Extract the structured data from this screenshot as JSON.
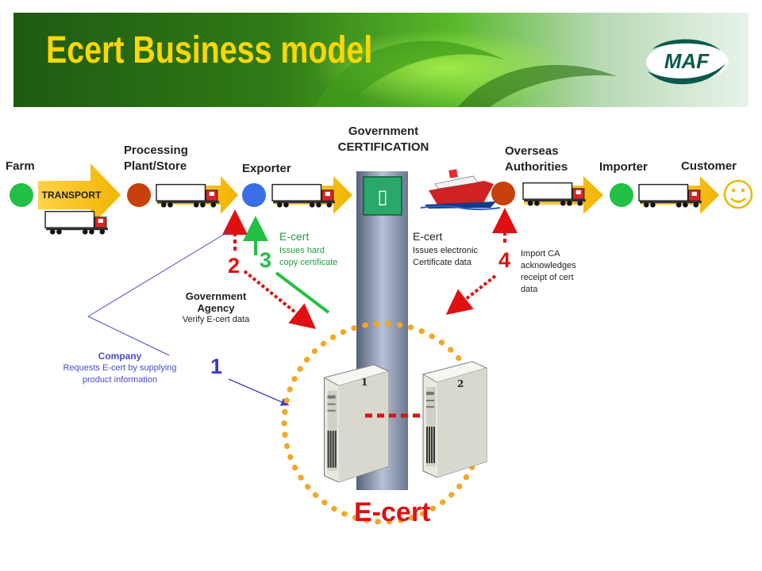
{
  "title": "Ecert Business model",
  "logo": {
    "text": "MAF"
  },
  "stages": {
    "farm": "Farm",
    "processing": [
      "Processing",
      "Plant/Store"
    ],
    "exporter": "Exporter",
    "government": [
      "Government",
      "CERTIFICATION"
    ],
    "overseas": [
      "Overseas",
      "Authorities"
    ],
    "importer": "Importer",
    "customer": "Customer"
  },
  "transport_label": "TRANSPORT",
  "steps": {
    "one": "1",
    "two": "2",
    "three": "3",
    "four": "4"
  },
  "ecert_exporter": {
    "title": "E-cert",
    "lines": [
      "Issues hard",
      "copy certificate"
    ]
  },
  "ecert_overseas": {
    "title": "E-cert",
    "lines": [
      "Issues electronic",
      "Certificate data"
    ]
  },
  "import_ca": [
    "Import CA",
    "acknowledges",
    "receipt of cert",
    "data"
  ],
  "government_agency": {
    "title": [
      "Government",
      "Agency"
    ],
    "desc": "Verify  E-cert data"
  },
  "company": {
    "title": "Company",
    "lines": [
      "Requests E-cert by supplying",
      "product information"
    ]
  },
  "servers": {
    "first": "1",
    "second": "2"
  },
  "gov_icon": "▯",
  "big_label": "E-cert",
  "colors": {
    "title": "#ffd700",
    "red": "#e01010",
    "green": "#22c044",
    "blue": "#3a3ac8",
    "orange": "#f5a623"
  }
}
